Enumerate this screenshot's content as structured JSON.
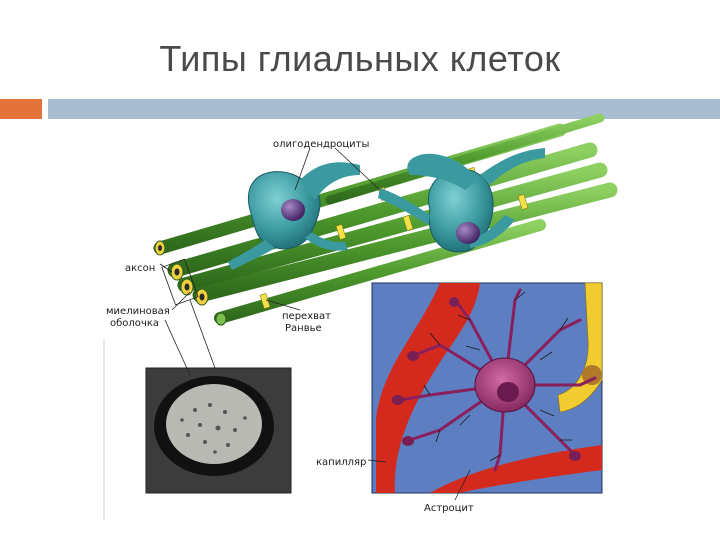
{
  "slide": {
    "title": "Типы глиальных клеток"
  },
  "labels": {
    "oligodendrocytes": "олигодендроциты",
    "axon": "аксон",
    "myelin_sheath_line1": "миелиновая",
    "myelin_sheath_line2": "оболочка",
    "node_line1": "перехват",
    "node_line2": "Ранвье",
    "capillary": "капилляр",
    "astrocyte": "Астроцит"
  },
  "colors": {
    "accent_orange": "#e4733a",
    "accent_blue": "#a8bdd2",
    "fiber_green": "#5aa63a",
    "oligo_teal": "#3b9aa0",
    "nucleus_purple": "#5a2a7a",
    "astro_magenta": "#9a2b6e",
    "capillary_red": "#d42a1e",
    "background_blue": "#5d7ec0"
  }
}
